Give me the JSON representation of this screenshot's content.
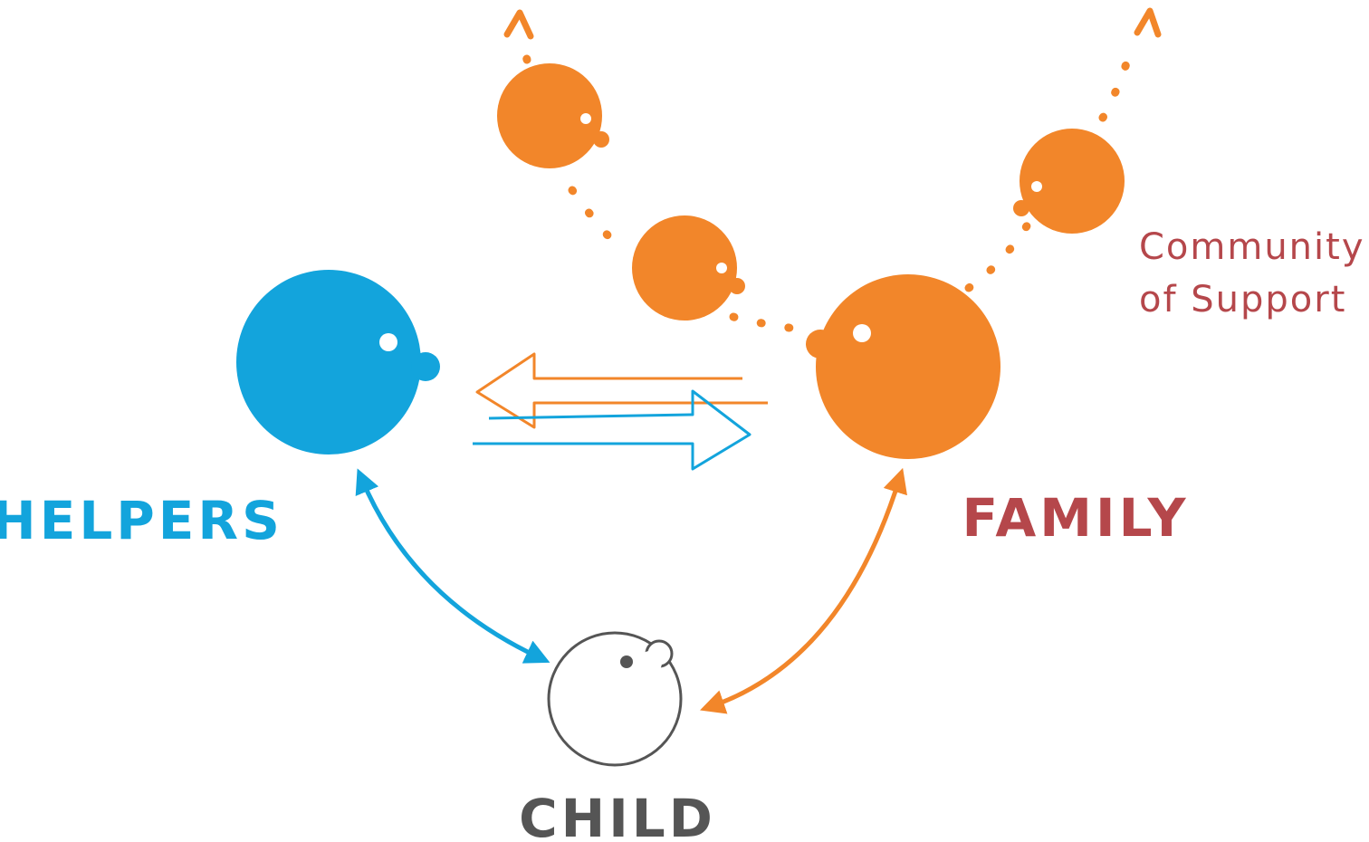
{
  "labels": {
    "helpers": "HELPERS",
    "family": "FAMILY",
    "child": "CHILD",
    "community_line1": "Community",
    "community_line2": "of Support"
  },
  "colors": {
    "blue": "#13a4dc",
    "orange": "#f2862a",
    "red_text": "#b5474b",
    "gray": "#555555"
  }
}
